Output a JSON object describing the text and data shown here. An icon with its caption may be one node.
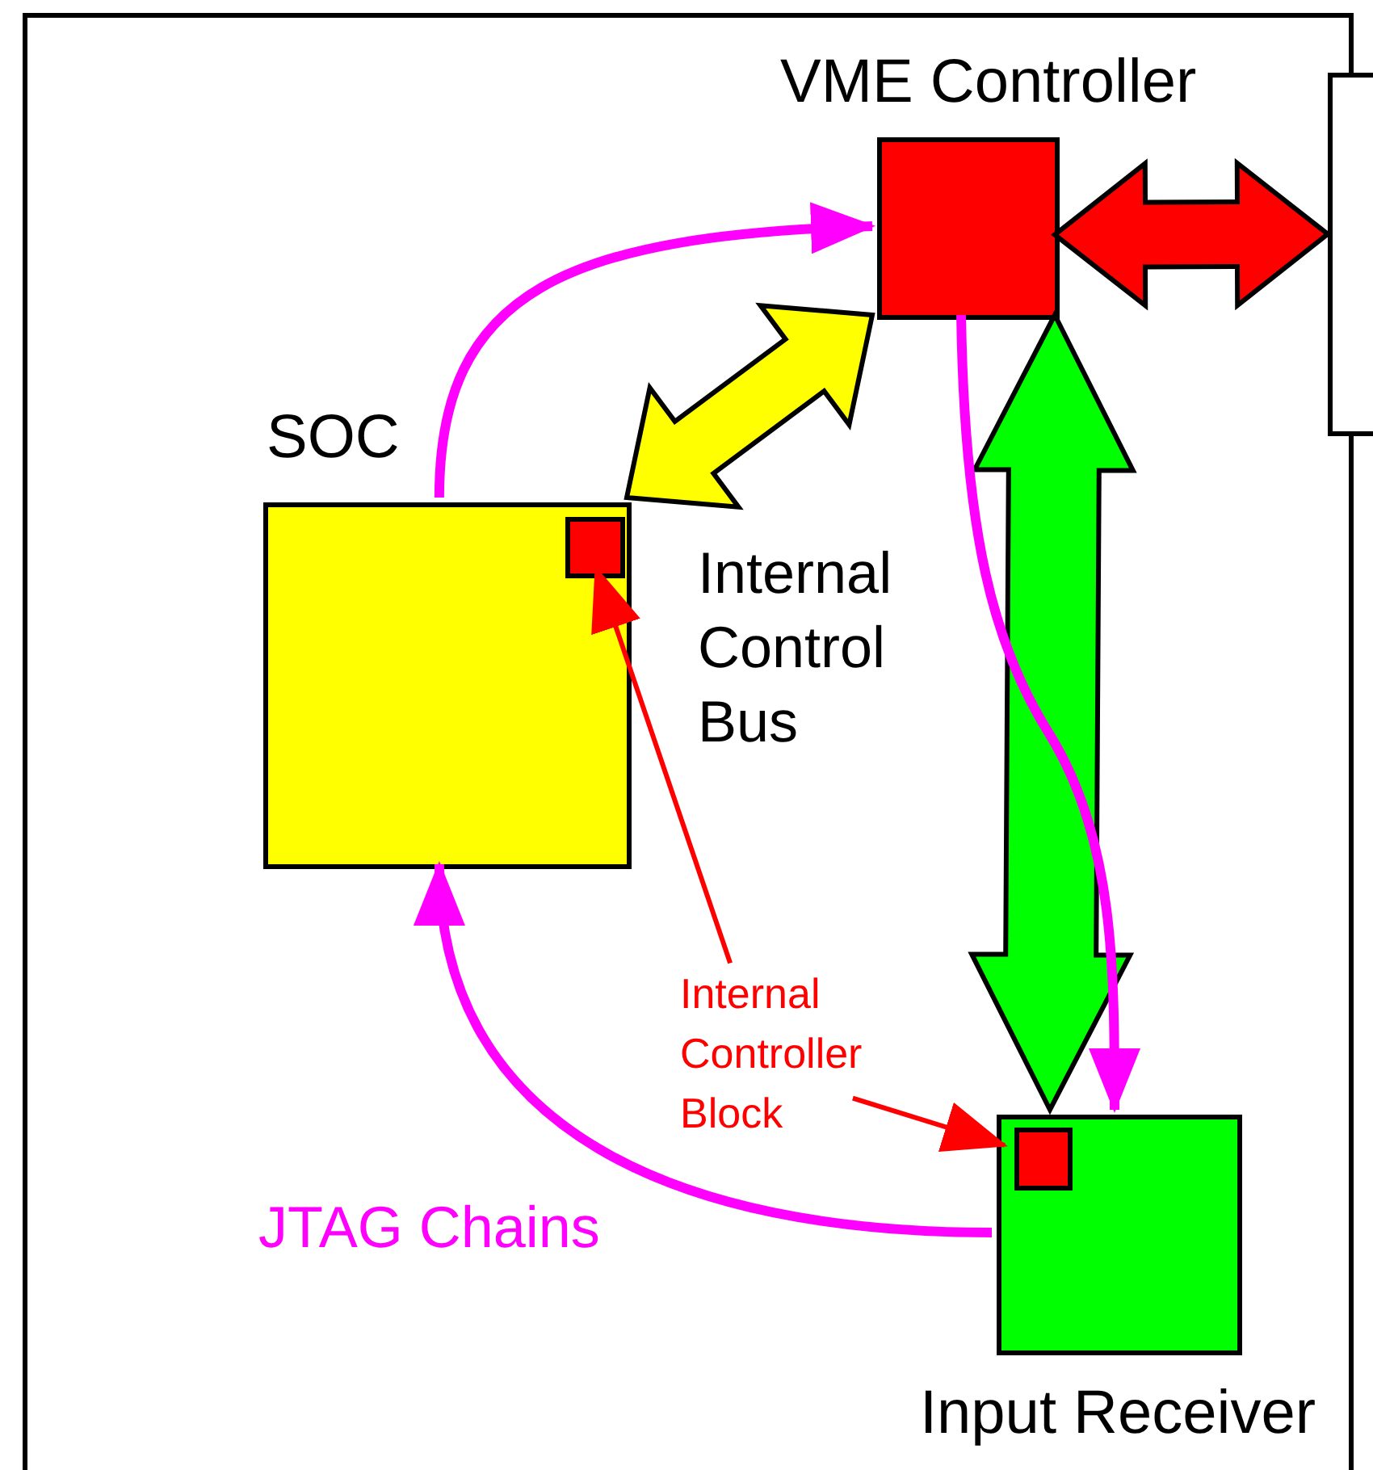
{
  "diagram": {
    "nodes": [
      {
        "text": [],
        "shape": "box"
      },
      {
        "text": [
          "VME Controller"
        ],
        "in": 0
      },
      {
        "text": [
          "SOC"
        ],
        "in": 0
      },
      {
        "text": [],
        "shape": "box",
        "in": 2
      },
      {
        "text": [
          "Input Receiver"
        ],
        "in": 0
      },
      {
        "text": [],
        "shape": "box",
        "in": 4
      },
      {
        "text": [],
        "shape": "box"
      },
      {
        "text": [
          "Internal Controller Block"
        ],
        "in": 0
      }
    ],
    "edges": [
      {
        "from": 1,
        "to": 6,
        "arrow": "both",
        "style": "thick",
        "color": "#ff0000"
      },
      {
        "from": 2,
        "to": 1,
        "arrow": "both",
        "style": "thick",
        "color": "#ffff00"
      },
      {
        "from": 1,
        "to": 4,
        "arrow": "both",
        "style": "thick",
        "color": "#00ff00"
      },
      {
        "from": 2,
        "to": 1,
        "arrow": "to",
        "color": "#ff00ff"
      },
      {
        "from": 1,
        "to": 4,
        "arrow": "to",
        "color": "#ff00ff"
      },
      {
        "from": 4,
        "to": 2,
        "arrow": "to",
        "color": "#ff00ff"
      },
      {
        "from": 7,
        "to": 3,
        "arrow": "to",
        "color": "#ff0000"
      },
      {
        "from": 7,
        "to": 5,
        "arrow": "to",
        "color": "#ff0000"
      }
    ],
    "labels": [
      "Internal Control Bus",
      "JTAG Chains"
    ]
  }
}
